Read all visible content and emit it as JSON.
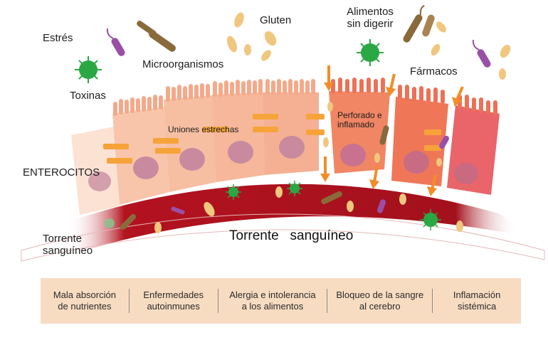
{
  "labels": {
    "estres": "Estrés",
    "toxinas": "Toxinas",
    "microorganismos": "Microorganismos",
    "gluten": "Gluten",
    "alimentos_line1": "Alimentos",
    "alimentos_line2": "sin digerir",
    "farmacos": "Fármacos",
    "uniones": "Uniones estrechas",
    "perforado_line1": "Perforado e",
    "perforado_line2": "inflamado",
    "enterocitos": "ENTEROCITOS",
    "torrente_left_line1": "Torrente",
    "torrente_left_line2": "sanguíneo",
    "torrente_center": "Torrente   sanguíneo"
  },
  "consequences": [
    {
      "line1": "Mala absorción",
      "line2": "de nutrientes"
    },
    {
      "line1": "Enfermedades",
      "line2": "autoinmunes"
    },
    {
      "line1": "Alergia e intolerancia",
      "line2": "a los alimentos"
    },
    {
      "line1": "Bloqueo de la sangre",
      "line2": "al cerebro"
    },
    {
      "line1": "Inflamación",
      "line2": "sistémica"
    }
  ],
  "colors": {
    "healthy_cell": "#f7c3a4",
    "inflamed_cell": "#ef7a5c",
    "nucleus": "#c98aa0",
    "tight_junction": "#f6a33a",
    "arrow": "#f28c28",
    "blood": "#a5121e",
    "virus": "#2aa844",
    "bacteria_brown": "#8a6a3b",
    "bacteria_purple": "#9a4fa6",
    "gluten": "#f0c77e",
    "bottom_bar": "#f8dcc2"
  },
  "icons": [
    "virus-icon",
    "bacteria-icon",
    "gluten-icon",
    "arrow-icon",
    "nucleus-icon"
  ]
}
